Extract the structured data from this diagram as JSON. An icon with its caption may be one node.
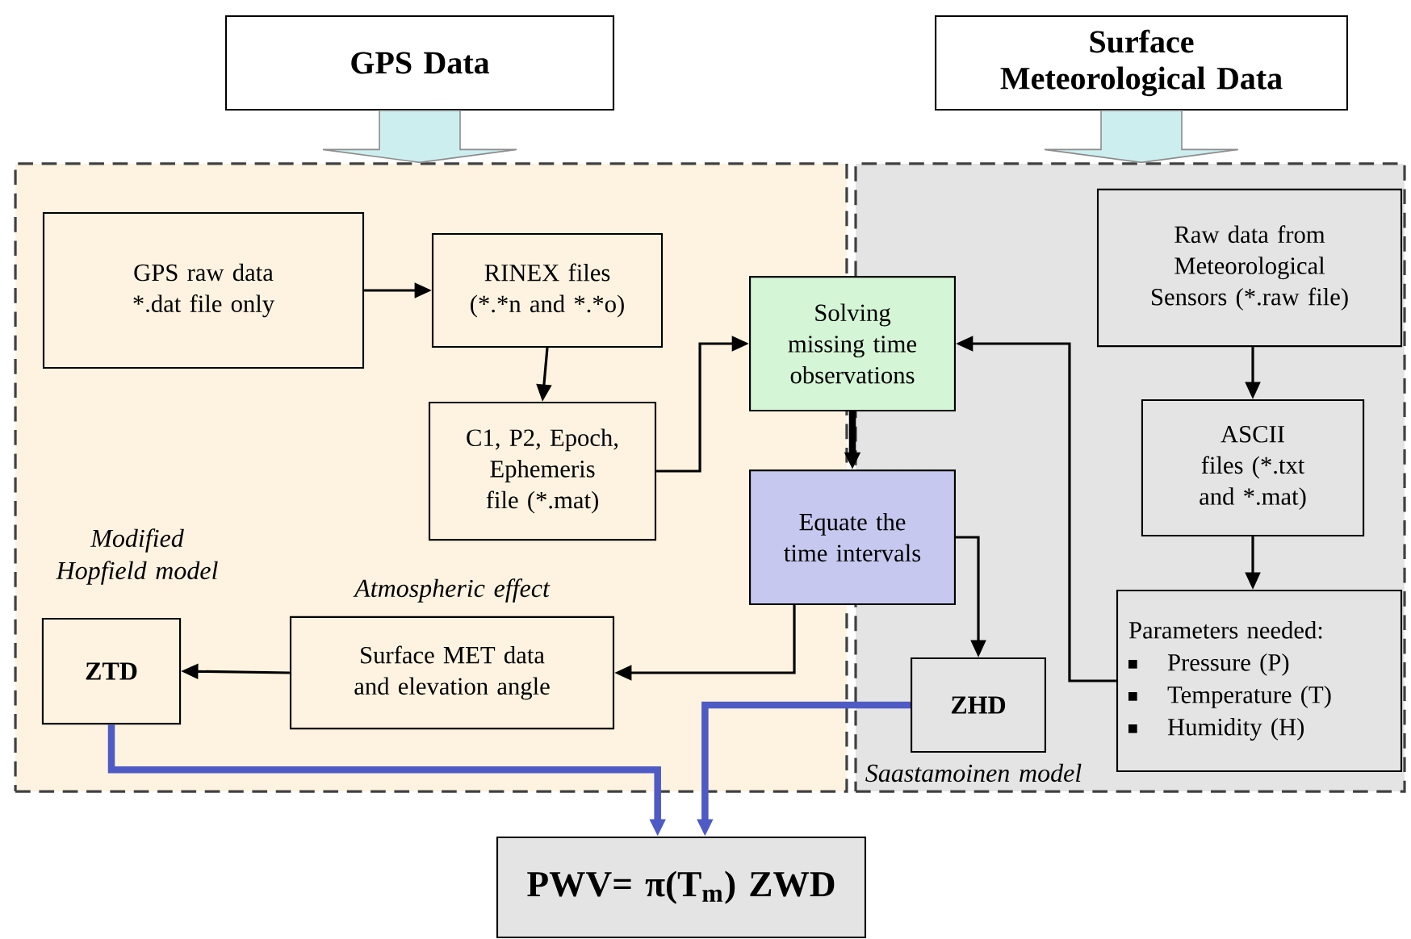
{
  "diagram": {
    "nodes": [
      {
        "text": [
          "GPS Data"
        ]
      },
      {
        "text": [
          "Surface Meteorological Data"
        ]
      },
      {
        "text": [],
        "shape": "box"
      },
      {
        "text": [
          "GPS raw data *.dat file only"
        ],
        "in": 2
      },
      {
        "text": [
          "RINEX files (*.*n and *.*o)"
        ],
        "in": 2
      },
      {
        "text": [
          "C1, P2, Epoch, Ephemeris file (*.mat)"
        ],
        "in": 2
      },
      {
        "text": [
          "Solving missing time observations"
        ]
      },
      {
        "text": [],
        "shape": "box"
      },
      {
        "text": [
          "Raw data from Meteorological Sensors (*.raw file)"
        ],
        "in": 7
      },
      {
        "text": [
          "ASCII files (*.txt and *.mat)"
        ],
        "in": 7
      },
      {
        "text": [
          "Equate the time intervals"
        ]
      },
      {
        "text": [
          "Parameters needed:",
          "Pressure (P)",
          "Temperature (T)",
          "Humidity (H)"
        ],
        "in": 7
      },
      {
        "text": [
          "ZTD"
        ],
        "beside": [
          "Modified Hopfield model"
        ],
        "in": 2
      },
      {
        "text": [
          "Surface MET data and elevation angle"
        ],
        "beside": [
          "Atmospheric effect"
        ],
        "in": 2
      },
      {
        "text": [
          "ZHD"
        ],
        "beside": [
          "Saastamoinen model"
        ],
        "in": 7
      },
      {
        "text": [
          "PWV= π(T$_{m}$) ZWD"
        ]
      }
    ],
    "edges": [
      {
        "from": 0,
        "to": 2,
        "arrow": "to",
        "style": "thick",
        "color": "#cdeeee"
      },
      {
        "from": 1,
        "to": 7,
        "arrow": "to",
        "style": "thick",
        "color": "#cdeeee"
      },
      {
        "from": 3,
        "to": 4,
        "arrow": "to"
      },
      {
        "from": 4,
        "to": 5,
        "arrow": "to"
      },
      {
        "from": 5,
        "to": 6,
        "arrow": "to"
      },
      {
        "from": 11,
        "to": 6,
        "arrow": "to"
      },
      {
        "from": 6,
        "to": 10,
        "arrow": "to",
        "style": "thick"
      },
      {
        "from": 10,
        "to": 13,
        "arrow": "to"
      },
      {
        "from": 10,
        "to": 14,
        "arrow": "to"
      },
      {
        "from": 13,
        "to": 12,
        "arrow": "to"
      },
      {
        "from": 8,
        "to": 9,
        "arrow": "to"
      },
      {
        "from": 9,
        "to": 11,
        "arrow": "to"
      },
      {
        "from": 12,
        "to": 15,
        "arrow": "to",
        "style": "thick",
        "color": "#4f5bc4"
      },
      {
        "from": 14,
        "to": 15,
        "arrow": "to",
        "style": "thick",
        "color": "#4f5bc4"
      }
    ]
  }
}
